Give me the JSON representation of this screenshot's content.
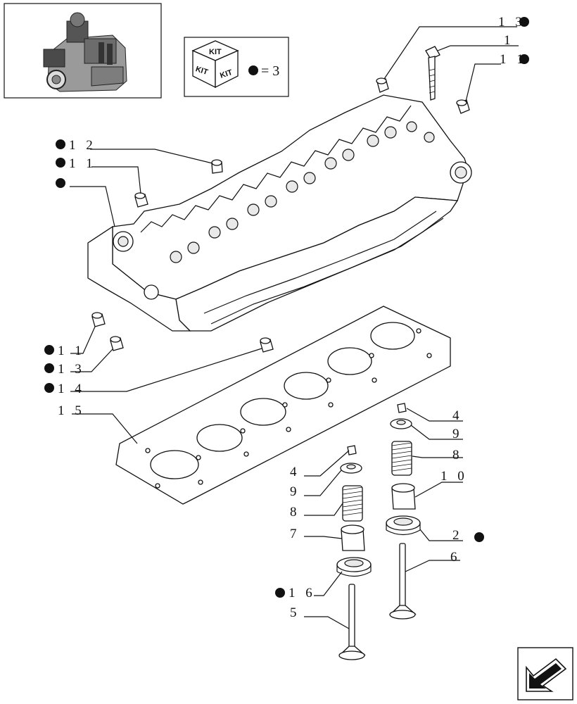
{
  "kit_legend": {
    "kit_text": "KIT",
    "equals_text": "= 3"
  },
  "callouts": [
    {
      "id": "c13a",
      "text": "1 3",
      "kit": true
    },
    {
      "id": "c1",
      "text": "1",
      "kit": false
    },
    {
      "id": "c11a",
      "text": "1 1",
      "kit": true
    },
    {
      "id": "c12",
      "text": "1 2",
      "kit": true
    },
    {
      "id": "c11b",
      "text": "1 1",
      "kit": true
    },
    {
      "id": "c_head",
      "text": "",
      "kit": true
    },
    {
      "id": "c11c",
      "text": "1 1",
      "kit": true
    },
    {
      "id": "c13b",
      "text": "1 3",
      "kit": true
    },
    {
      "id": "c14",
      "text": "1 4",
      "kit": true
    },
    {
      "id": "c15",
      "text": "1 5",
      "kit": false
    },
    {
      "id": "c4r",
      "text": "4",
      "kit": false
    },
    {
      "id": "c9r",
      "text": "9",
      "kit": false
    },
    {
      "id": "c8r",
      "text": "8",
      "kit": false
    },
    {
      "id": "c10",
      "text": "1 0",
      "kit": false
    },
    {
      "id": "c2",
      "text": "2",
      "kit": true
    },
    {
      "id": "c6",
      "text": "6",
      "kit": false
    },
    {
      "id": "c4l",
      "text": "4",
      "kit": false
    },
    {
      "id": "c9l",
      "text": "9",
      "kit": false
    },
    {
      "id": "c8l",
      "text": "8",
      "kit": false
    },
    {
      "id": "c7",
      "text": "7",
      "kit": false
    },
    {
      "id": "c16",
      "text": "1 6",
      "kit": true
    },
    {
      "id": "c5",
      "text": "5",
      "kit": false
    }
  ]
}
